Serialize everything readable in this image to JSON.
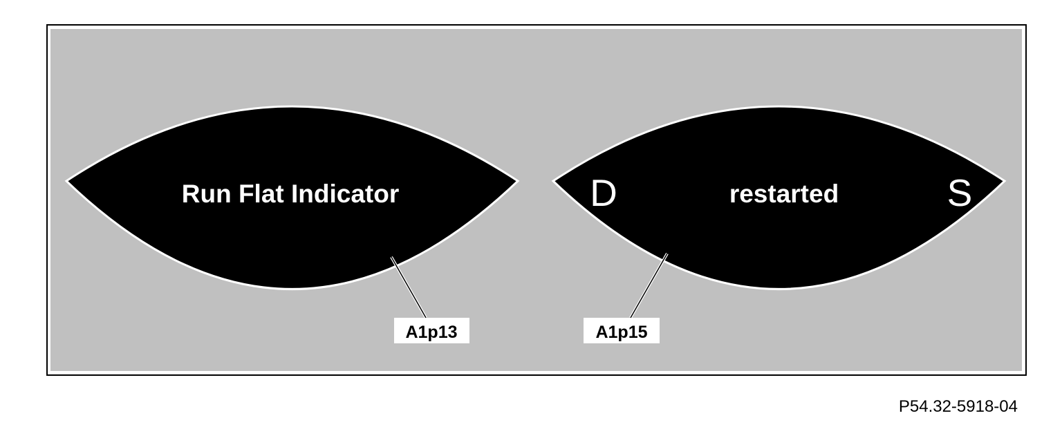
{
  "colors": {
    "background": "#c0c0c0",
    "display": "#000000",
    "display_text": "#ffffff",
    "outline": "#ffffff",
    "label_box": "#ffffff",
    "label_text": "#000000"
  },
  "displays": [
    {
      "text": "Run Flat Indicator",
      "callout": "A1p13"
    },
    {
      "left_letter": "D",
      "text": "restarted",
      "right_letter": "S",
      "callout": "A1p15"
    }
  ],
  "figure_code": "P54.32-5918-04"
}
